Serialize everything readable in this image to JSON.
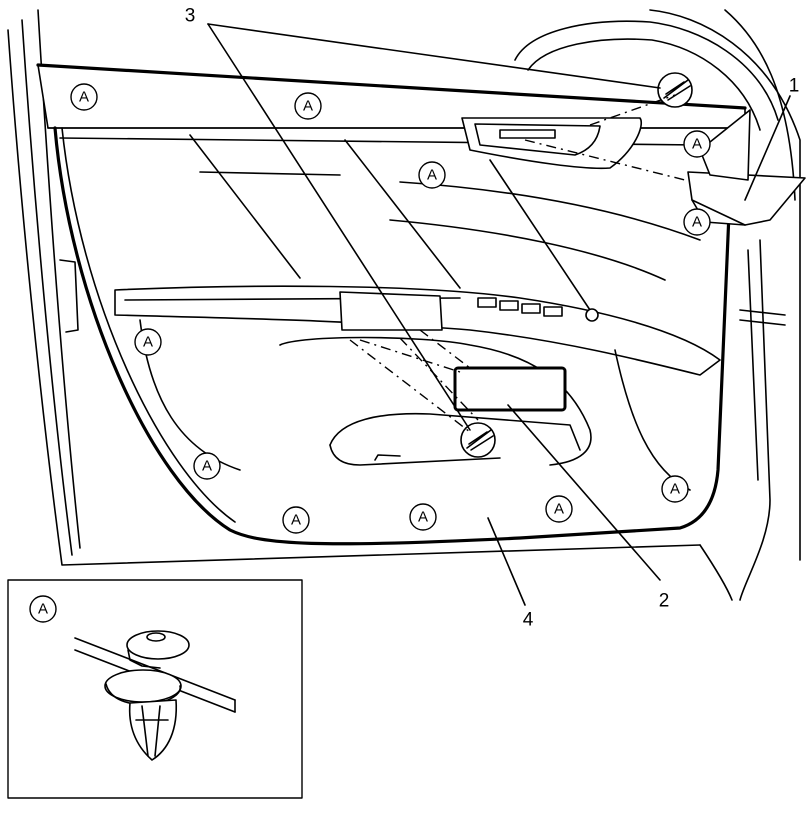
{
  "callouts": {
    "c1": "1",
    "c2": "2",
    "c3": "3",
    "c4": "4"
  },
  "markers": {
    "clip": "A",
    "inset": "A"
  }
}
